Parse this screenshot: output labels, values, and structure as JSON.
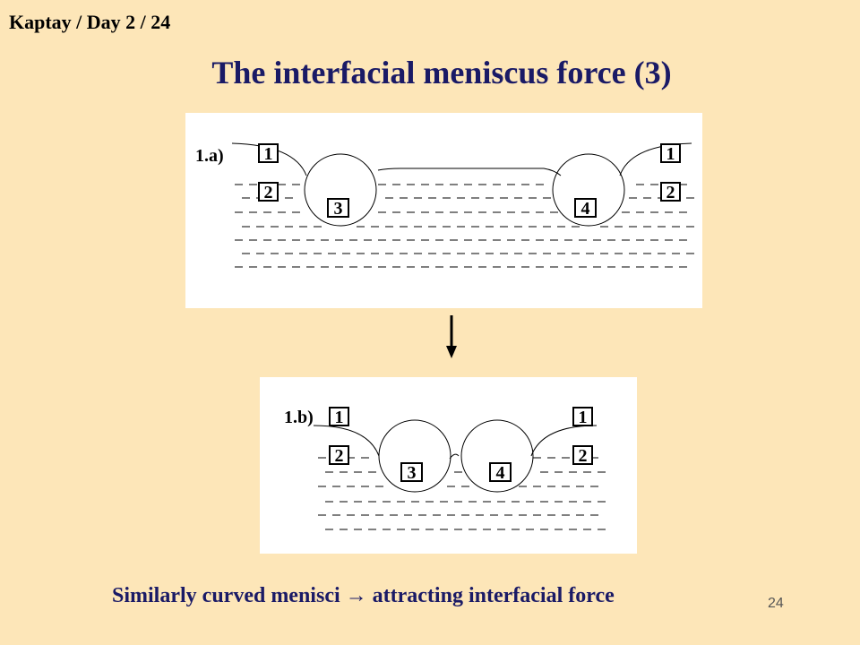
{
  "header": {
    "text": "Kaptay / Day 2 / 24"
  },
  "title": "The interfacial meniscus force (3)",
  "figure_a": {
    "label": "1.a)",
    "phase_top_left": "1",
    "phase_top_right": "1",
    "phase_bottom_left": "2",
    "phase_bottom_right": "2",
    "particle_left": "3",
    "particle_right": "4"
  },
  "figure_b": {
    "label": "1.b)",
    "phase_top_left": "1",
    "phase_top_right": "1",
    "phase_bottom_left": "2",
    "phase_bottom_right": "2",
    "particle_left": "3",
    "particle_right": "4"
  },
  "caption": {
    "part1": "Similarly curved menisci",
    "arrow_glyph": "→",
    "part2": "attracting interfacial force"
  },
  "page_number": "24"
}
